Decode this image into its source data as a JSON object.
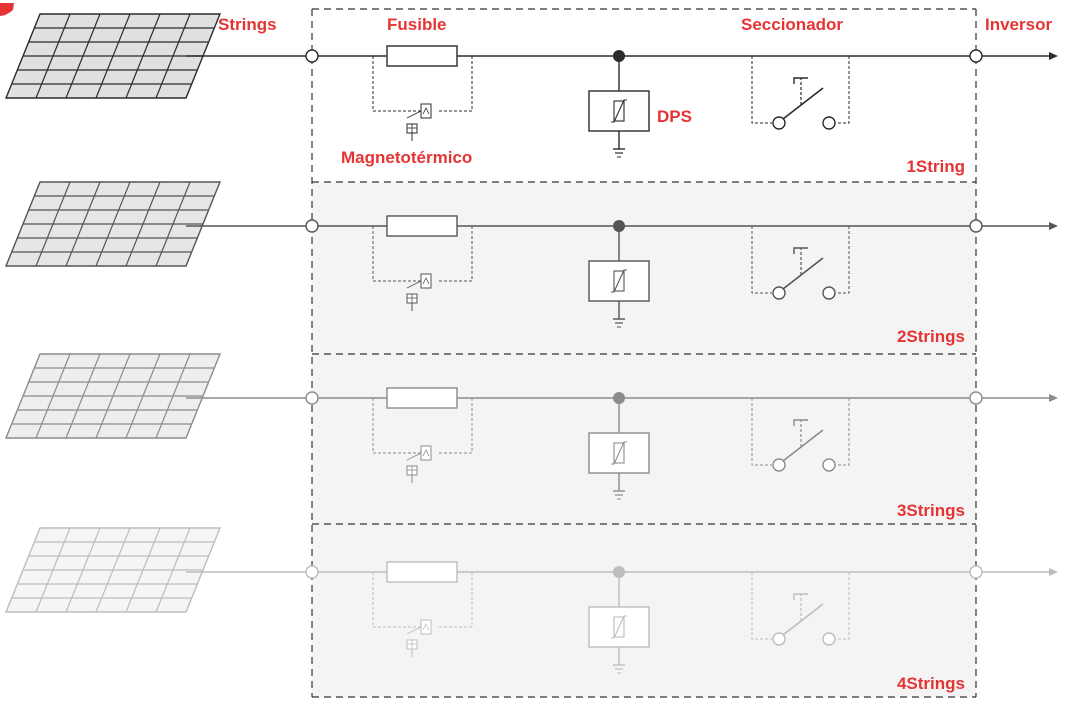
{
  "colors": {
    "accent": "#e63434",
    "line": "#2b2b2b",
    "panel_grays": [
      "#2b2b2b",
      "#555555",
      "#8c8c8c",
      "#bdbdbd"
    ],
    "panel_fills": [
      "#e0e0e0",
      "#e6e6e6",
      "#eeeeee",
      "#f5f5f5"
    ],
    "box_fill": "#f4f4f4"
  },
  "header": {
    "strings": "Strings",
    "fuse": "Fusible",
    "disconnector": "Seccionador",
    "inverter": "Inversor"
  },
  "components": {
    "breaker": "Magnetotérmico",
    "spd": "DPS"
  },
  "rows": [
    {
      "label": "1String"
    },
    {
      "label": "2Strings"
    },
    {
      "label": "3Strings"
    },
    {
      "label": "4Strings"
    }
  ]
}
